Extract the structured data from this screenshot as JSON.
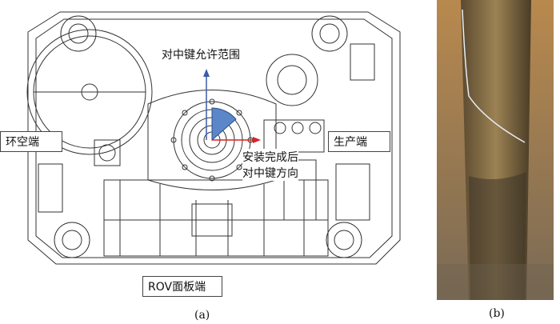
{
  "figure_a": {
    "labels": {
      "top": "对中键允许范围",
      "left": "环空端",
      "right": "生产端",
      "install_line1": "安装完成后",
      "install_line2": "对中键方向",
      "bottom": "ROV面板端"
    },
    "caption": "(a)"
  },
  "figure_b": {
    "caption": "(b)"
  },
  "colors": {
    "line": "#333333",
    "sector_blue": "#5b86c8",
    "arrow_red": "#e02020",
    "pole_brown": "#8a7048"
  }
}
